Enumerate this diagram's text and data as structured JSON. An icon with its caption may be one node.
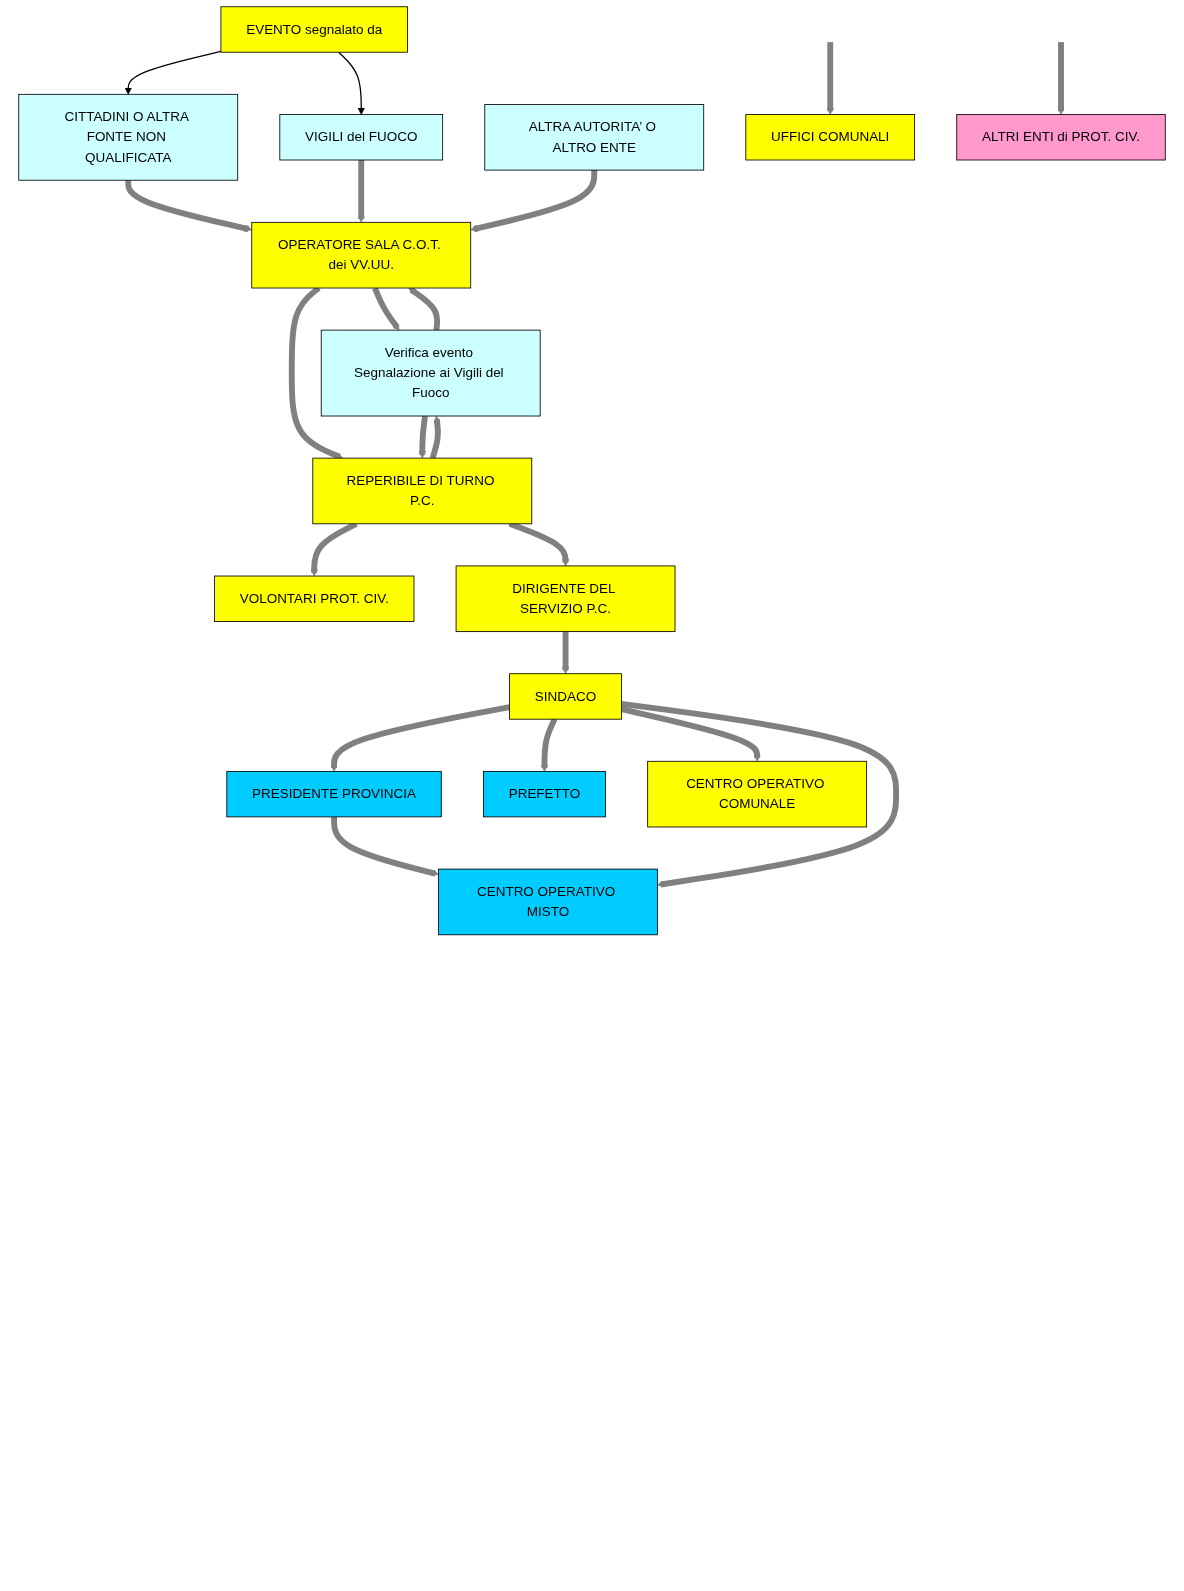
{
  "diagram": {
    "nodes": [
      {
        "text": [
          "EVENTO segnalato da"
        ]
      },
      {
        "text": [
          "CITTADINI O ALTRA FONTE NON QUALIFICATA"
        ]
      },
      {
        "text": [
          "VIGILI del FUOCO"
        ]
      },
      {
        "text": [
          "ALTRA AUTORITA’ O ALTRO ENTE"
        ]
      },
      {
        "text": [
          "OPERATORE SALA C.O.T. dei VV.UU."
        ]
      },
      {
        "text": [
          "Verifica evento Segnalazione ai Vigili del Fuoco"
        ]
      },
      {
        "text": [
          "REPERIBILE DI TURNO P.C."
        ]
      },
      {
        "text": [
          "VOLONTARI PROT. CIV."
        ]
      },
      {
        "text": [
          "UFFICI COMUNALI"
        ]
      },
      {
        "text": [
          "DIRIGENTE DEL SERVIZIO P.C."
        ]
      },
      {
        "text": [
          "ALTRI ENTI di PROT. CIV."
        ]
      },
      {
        "text": [
          "PRESIDENTE PROVINCIA"
        ]
      },
      {
        "text": [
          "SINDACO"
        ]
      },
      {
        "text": [
          "PREFETTO"
        ]
      },
      {
        "text": [
          "CENTRO OPERATIVO MISTO"
        ]
      },
      {
        "text": [
          "CENTRO OPERATIVO COMUNALE"
        ]
      }
    ],
    "edges": [
      {
        "from": 0,
        "to": 1,
        "arrow": "to",
        "color": "#000000"
      },
      {
        "from": 0,
        "to": 2,
        "arrow": "to",
        "color": "#000000"
      },
      {
        "from": 1,
        "to": 4,
        "arrow": "to"
      },
      {
        "from": 2,
        "to": 4,
        "arrow": "to"
      },
      {
        "from": 3,
        "to": 4,
        "arrow": "to"
      },
      {
        "from": 5,
        "to": 4,
        "arrow": "to"
      },
      {
        "from": 4,
        "to": 5,
        "arrow": "to"
      },
      {
        "from": 4,
        "to": 6,
        "arrow": "to"
      },
      {
        "from": 6,
        "to": 5,
        "arrow": "to"
      },
      {
        "from": 5,
        "to": 6,
        "arrow": "to"
      },
      {
        "from": 6,
        "to": 7,
        "arrow": "to"
      },
      {
        "from": null,
        "to": 8,
        "arrow": "to"
      },
      {
        "from": null,
        "to": 10,
        "arrow": "to"
      },
      {
        "from": 6,
        "to": 9,
        "arrow": "to"
      },
      {
        "from": 9,
        "to": 12,
        "arrow": "to"
      },
      {
        "from": 12,
        "to": 11,
        "arrow": "to"
      },
      {
        "from": 12,
        "to": 13,
        "arrow": "to"
      },
      {
        "from": 11,
        "to": 14,
        "arrow": "to"
      },
      {
        "from": 12,
        "to": 14,
        "arrow": "to"
      },
      {
        "from": 12,
        "to": 15,
        "arrow": "to"
      }
    ]
  }
}
